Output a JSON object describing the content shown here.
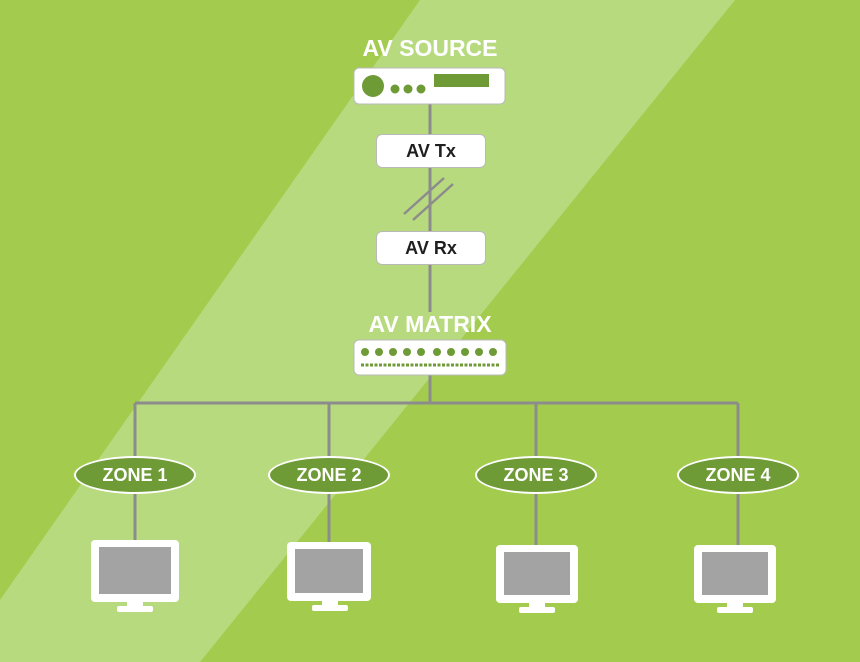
{
  "colors": {
    "background": "#a3cc4f",
    "band": "#b8da7e",
    "line": "#8c8c8c",
    "accent": "#6f9b37",
    "screen": "#a3a3a3",
    "white": "#ffffff"
  },
  "nodes": {
    "source_label": "AV SOURCE",
    "tx_label": "AV Tx",
    "rx_label": "AV Rx",
    "matrix_label": "AV MATRIX"
  },
  "zones": [
    {
      "label": "ZONE 1",
      "icon": "monitor-icon"
    },
    {
      "label": "ZONE 2",
      "icon": "monitor-icon"
    },
    {
      "label": "ZONE 3",
      "icon": "monitor-icon"
    },
    {
      "label": "ZONE 4",
      "icon": "monitor-icon"
    }
  ]
}
